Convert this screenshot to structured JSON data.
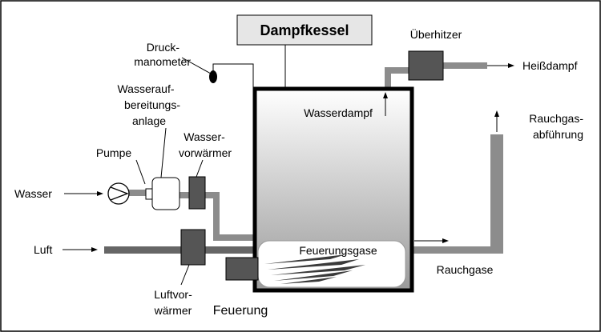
{
  "title": "Dampfkessel",
  "labels": {
    "druck_1": "Druck-",
    "druck_2": "manometer",
    "aufb_1": "Wasserauf-",
    "aufb_2": "bereitungs-",
    "aufb_3": "anlage",
    "pumpe": "Pumpe",
    "vorw_1": "Wasser-",
    "vorw_2": "vorwärmer",
    "wasser": "Wasser",
    "luft": "Luft",
    "luftv_1": "Luftvor-",
    "luftv_2": "wärmer",
    "feuerung": "Feuerung",
    "feuerungsgase": "Feuerungsgase",
    "rauchgase": "Rauchgase",
    "rauchgasab_1": "Rauchgas-",
    "rauchgasab_2": "abführung",
    "wasserdampf": "Wasserdampf",
    "ueberhitzer": "Überhitzer",
    "heissdampf": "Heißdampf"
  },
  "colors": {
    "pipe": "#8c8c8c",
    "pipe_dark": "#666666",
    "component": "#555555",
    "boiler_top": "#ffffff",
    "boiler_bottom": "#9a9a9a",
    "title_box": "#e6e6e6",
    "flame": "#3a3a3a"
  }
}
